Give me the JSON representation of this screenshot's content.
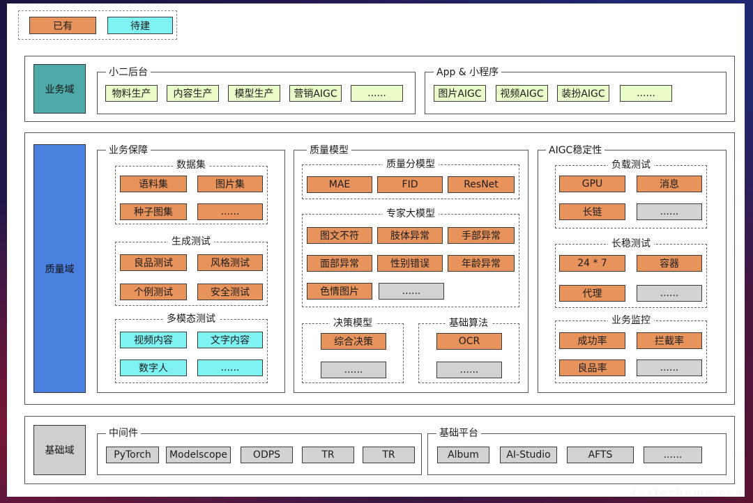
{
  "legend": {
    "existing": "已有",
    "planned": "待建"
  },
  "business": {
    "label": "业务域",
    "backend": {
      "title": "小二后台",
      "items": [
        "物料生产",
        "内容生产",
        "模型生产",
        "营销AIGC",
        "......"
      ]
    },
    "app": {
      "title": "App & 小程序",
      "items": [
        "图片AIGC",
        "视频AIGC",
        "装扮AIGC",
        "......"
      ]
    }
  },
  "quality": {
    "label": "质量域",
    "assurance": {
      "title": "业务保障",
      "dataset": {
        "title": "数据集",
        "items": [
          "语料集",
          "图片集",
          "种子图集",
          "......"
        ]
      },
      "gen_test": {
        "title": "生成测试",
        "items": [
          "良品测试",
          "风格测试",
          "个例测试",
          "安全测试"
        ]
      },
      "multimodal": {
        "title": "多模态测试",
        "items": [
          "视频内容",
          "文字内容",
          "数字人",
          "......"
        ]
      }
    },
    "models": {
      "title": "质量模型",
      "sub_model": {
        "title": "质量分模型",
        "items": [
          "MAE",
          "FID",
          "ResNet"
        ]
      },
      "expert": {
        "title": "专家大模型",
        "items": [
          "图文不符",
          "肢体异常",
          "手部异常",
          "面部异常",
          "性别错误",
          "年龄异常",
          "色情图片",
          "......"
        ]
      },
      "decision": {
        "title": "决策模型",
        "items": [
          "综合决策",
          "......"
        ]
      },
      "algo": {
        "title": "基础算法",
        "items": [
          "OCR",
          "......"
        ]
      }
    },
    "stability": {
      "title": "AIGC稳定性",
      "load": {
        "title": "负载测试",
        "items": [
          "GPU",
          "消息",
          "长链",
          "......"
        ]
      },
      "longrun": {
        "title": "长稳测试",
        "items": [
          "24 * 7",
          "容器",
          "代理",
          "......"
        ]
      },
      "monitor": {
        "title": "业务监控",
        "items": [
          "成功率",
          "拦截率",
          "良品率",
          "......"
        ]
      }
    }
  },
  "foundation": {
    "label": "基础域",
    "middleware": {
      "title": "中间件",
      "items": [
        "PyTorch",
        "Modelscope",
        "ODPS",
        "TR",
        "TR"
      ]
    },
    "platform": {
      "title": "基础平台",
      "items": [
        "Album",
        "AI-Studio",
        "AFTS",
        "......"
      ]
    }
  },
  "watermark": "testerhome.com",
  "colors": {
    "existing": "#e8935c",
    "planned": "#7ff3f3",
    "business_item": "#e8fbc8",
    "foundation_item": "#d2d2d2",
    "business_side": "#4fa9a8",
    "quality_side": "#4a80e0",
    "foundation_side": "#cfcfcf"
  }
}
